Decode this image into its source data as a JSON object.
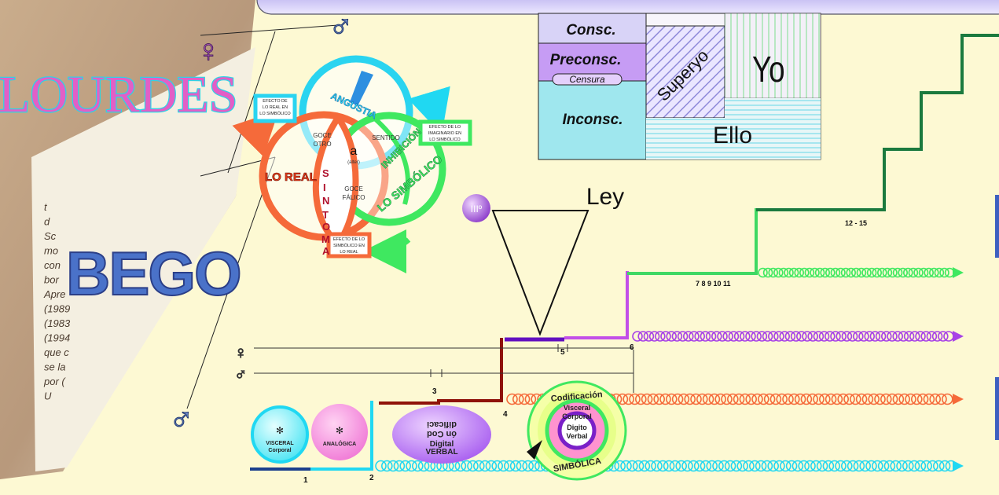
{
  "banner": {
    "name_top": "LOURDES",
    "name_bottom": "BEGO",
    "background_text": [
      "t",
      "d",
      "Sc",
      "mo",
      "con",
      "bor",
      "Apre",
      "(1989",
      "(1983",
      "(1994",
      "que c",
      "se la",
      "por (",
      "U"
    ]
  },
  "psyche_table": {
    "levels": [
      {
        "label": "Consc.",
        "color": "#d8d3f7"
      },
      {
        "label": "Preconsc.",
        "color": "#c69cf4"
      },
      {
        "label": "Inconsc.",
        "color": "#9fe7ee"
      }
    ],
    "censura": "Censura",
    "instances": {
      "superyo": "Superyo",
      "yo": "Yo",
      "ello": "Ello"
    }
  },
  "rings": {
    "angustia": "ANGUSTIA",
    "lo_real": "LO REAL",
    "sintoma": "SINTOMA",
    "inhibicion": "INHIBICIÓN",
    "lo_simbolico": "LO SIMBÓLICO",
    "goce_otro": [
      "GOCE",
      "OTRO"
    ],
    "goce_falico": [
      "GOCE",
      "FÁLICO"
    ],
    "sentido": "SENTIDO",
    "a": "a",
    "alter": "(alter)",
    "efecto_real": [
      "EFECTO DE",
      "LO REAL EN",
      "LO SIMBÓLICO"
    ],
    "efecto_imaginario": [
      "EFECTO DE LO",
      "IMAGINARIO EN",
      "LO SIMBÓLICO"
    ],
    "efecto_simbolico": [
      "EFECTO DE LO",
      "SIMBÓLICO EN",
      "LO REAL"
    ]
  },
  "law": {
    "badge": "IIIº",
    "label": "Ley"
  },
  "gender": {
    "female": "♀",
    "male": "♂"
  },
  "steps": {
    "s1": "1",
    "s2": "2",
    "s3": "3",
    "s4": "4",
    "s5": "5",
    "s6": "6",
    "s7": "7 8 9 10 11",
    "s12": "12 - 15"
  },
  "circles": {
    "visceral": [
      "VISCERAL",
      "Corporal"
    ],
    "analogica": "ANALÓGICA",
    "digital": [
      "dificaci",
      "ón Cod",
      "Digital",
      "VERBAL"
    ],
    "codificacion": "Codificación",
    "visceral2": "Visceral",
    "corporal2": "Corporal",
    "digito": "Digito",
    "verbal2": "Verbal",
    "simbolica": "SIMBÓLICA"
  },
  "colors": {
    "cyan": "#20d8f2",
    "orange": "#f56a3a",
    "purple": "#a843e6",
    "green_light": "#3fe860",
    "green_dark": "#1b7a3e",
    "navy": "#1b3f8c",
    "dark_red": "#8f1208",
    "violet": "#6210c0",
    "pink": "#cf4fd8",
    "bego_blue": "#4a72c9"
  }
}
